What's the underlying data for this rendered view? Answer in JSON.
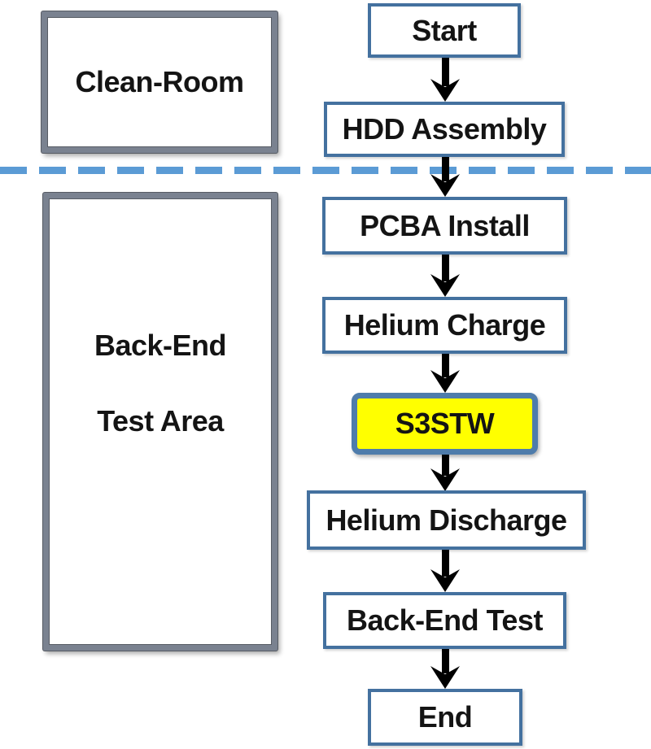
{
  "zones": {
    "clean_room": {
      "label": "Clean-Room"
    },
    "back_end_test_area": {
      "line1": "Back-End",
      "line2": "Test Area"
    }
  },
  "flow": {
    "nodes": [
      {
        "id": "start",
        "label": "Start",
        "highlight": false
      },
      {
        "id": "hdd-assembly",
        "label": "HDD Assembly",
        "highlight": false
      },
      {
        "id": "pcba-install",
        "label": "PCBA Install",
        "highlight": false
      },
      {
        "id": "helium-charge",
        "label": "Helium Charge",
        "highlight": false
      },
      {
        "id": "s3stw",
        "label": "S3STW",
        "highlight": true
      },
      {
        "id": "helium-discharge",
        "label": "Helium Discharge",
        "highlight": false
      },
      {
        "id": "back-end-test",
        "label": "Back-End Test",
        "highlight": false
      },
      {
        "id": "end",
        "label": "End",
        "highlight": false
      }
    ],
    "edges": [
      [
        "start",
        "hdd-assembly"
      ],
      [
        "hdd-assembly",
        "pcba-install"
      ],
      [
        "pcba-install",
        "helium-charge"
      ],
      [
        "helium-charge",
        "s3stw"
      ],
      [
        "s3stw",
        "helium-discharge"
      ],
      [
        "helium-discharge",
        "back-end-test"
      ],
      [
        "back-end-test",
        "end"
      ]
    ]
  },
  "colors": {
    "node_border": "#44719F",
    "highlight_border": "#4E7CAB",
    "highlight_fill": "#FFFF00",
    "separator_dash": "#5B9BD5",
    "zone_border": "#7A8290",
    "arrow": "#000000",
    "text": "#141414",
    "background": "#FFFFFF"
  }
}
